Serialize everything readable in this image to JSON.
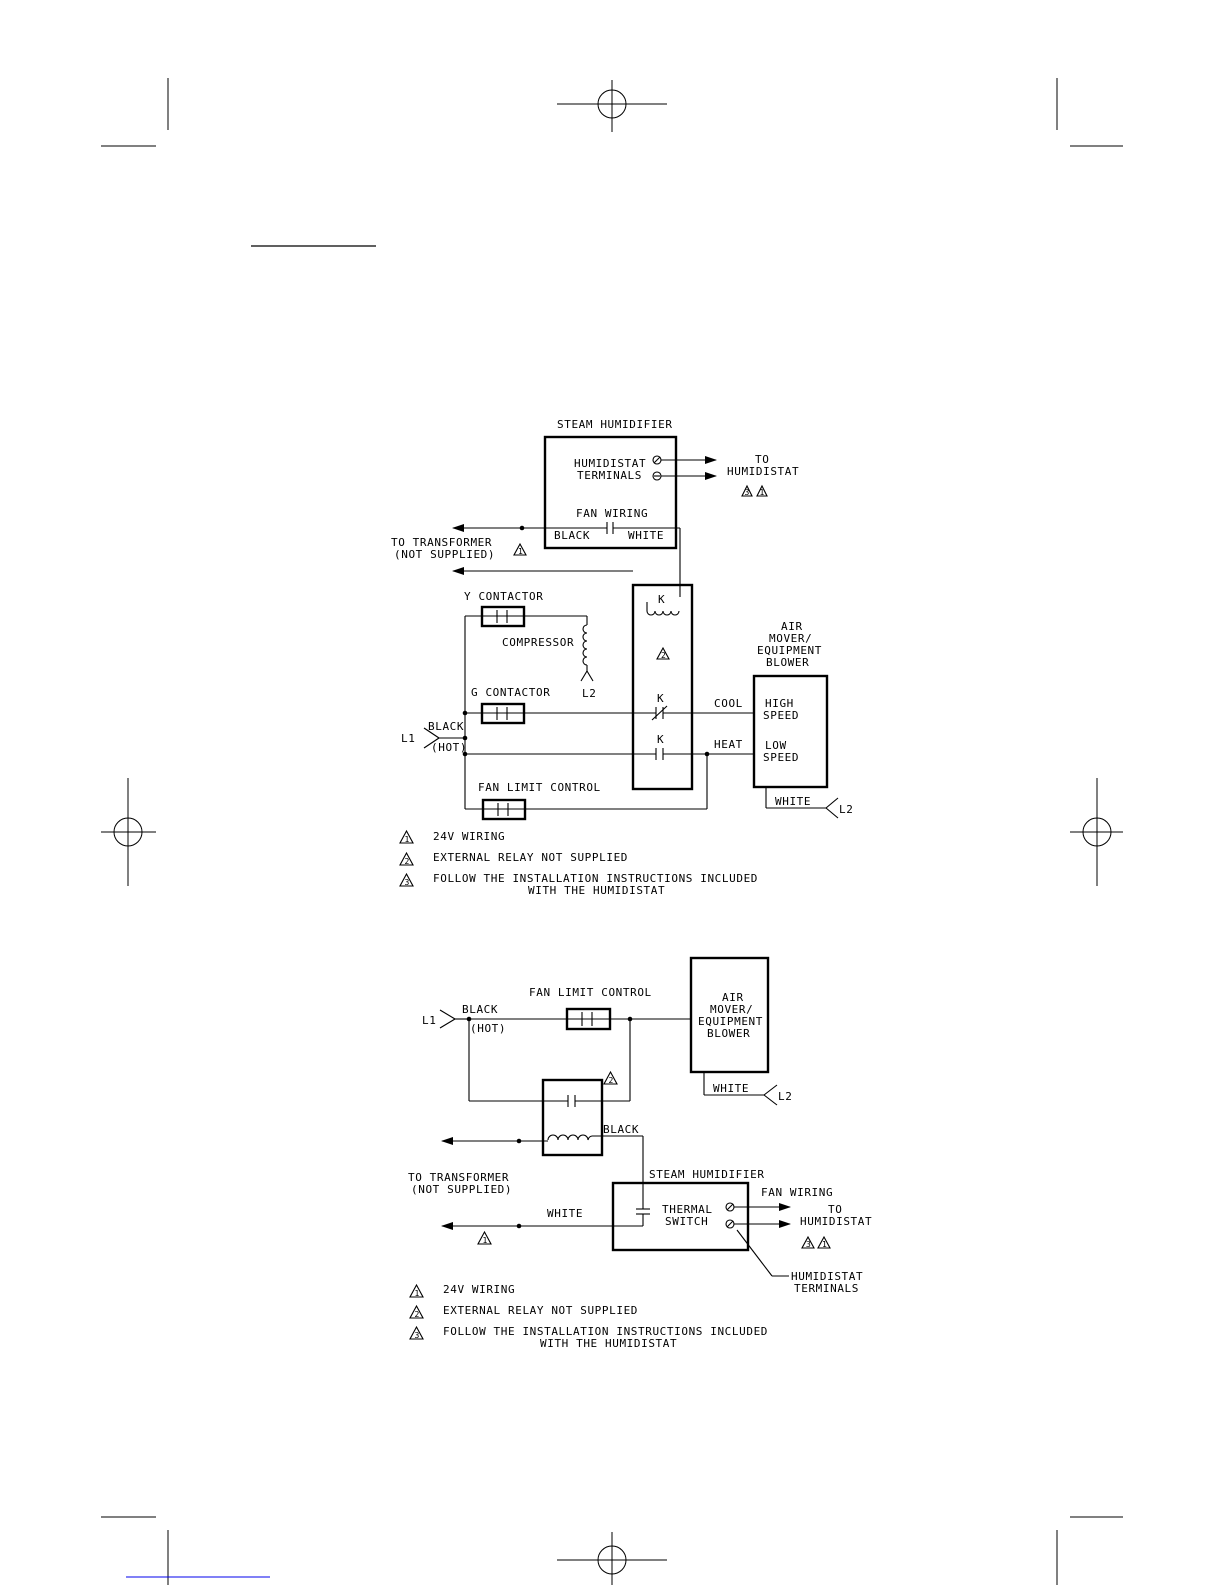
{
  "diagram1": {
    "steam_humidifier_title": "STEAM HUMIDIFIER",
    "humidistat_terminals_1": "HUMIDISTAT",
    "humidistat_terminals_2": "TERMINALS",
    "to_humidistat_1": "TO",
    "to_humidistat_2": "HUMIDISTAT",
    "fan_wiring": "FAN WIRING",
    "black": "BLACK",
    "white": "WHITE",
    "to_transformer_1": "TO TRANSFORMER",
    "to_transformer_2": "(NOT SUPPLIED)",
    "relay_coil_k": "K",
    "relay_contact_k1": "K",
    "relay_contact_k2": "K",
    "y_contactor": "Y CONTACTOR",
    "compressor": "COMPRESSOR",
    "l2_compressor": "L2",
    "g_contactor": "G CONTACTOR",
    "l1": "L1",
    "line_black": "BLACK",
    "line_hot": "(HOT)",
    "cool": "COOL",
    "heat": "HEAT",
    "blower_1": "AIR",
    "blower_2": "MOVER/",
    "blower_3": "EQUIPMENT",
    "blower_4": "BLOWER",
    "high_speed_1": "HIGH",
    "high_speed_2": "SPEED",
    "low_speed_1": "LOW",
    "low_speed_2": "SPEED",
    "fan_limit_control": "FAN LIMIT CONTROL",
    "white_l2": "WHITE",
    "l2_blower": "L2",
    "notes": [
      {
        "num": "1",
        "text": "24V WIRING",
        "text2": ""
      },
      {
        "num": "2",
        "text": "EXTERNAL RELAY NOT SUPPLIED",
        "text2": ""
      },
      {
        "num": "3",
        "text": "FOLLOW THE INSTALLATION INSTRUCTIONS INCLUDED",
        "text2": "WITH THE HUMIDISTAT"
      }
    ]
  },
  "diagram2": {
    "l1": "L1",
    "black": "BLACK",
    "hot": "(HOT)",
    "fan_limit_control": "FAN LIMIT CONTROL",
    "blower_1": "AIR",
    "blower_2": "MOVER/",
    "blower_3": "EQUIPMENT",
    "blower_4": "BLOWER",
    "white_l2": "WHITE",
    "l2": "L2",
    "relay_black": "BLACK",
    "steam_humidifier_title": "STEAM HUMIDIFIER",
    "thermal_switch_1": "THERMAL",
    "thermal_switch_2": "SWITCH",
    "fan_wiring": "FAN WIRING",
    "to_humidistat_1": "TO",
    "to_humidistat_2": "HUMIDISTAT",
    "to_transformer_1": "TO TRANSFORMER",
    "to_transformer_2": "(NOT SUPPLIED)",
    "white": "WHITE",
    "humidistat_terminals_1": "HUMIDISTAT",
    "humidistat_terminals_2": "TERMINALS",
    "notes": [
      {
        "num": "1",
        "text": "24V WIRING",
        "text2": ""
      },
      {
        "num": "2",
        "text": "EXTERNAL RELAY NOT SUPPLIED",
        "text2": ""
      },
      {
        "num": "3",
        "text": "FOLLOW THE INSTALLATION INSTRUCTIONS INCLUDED",
        "text2": "WITH THE HUMIDISTAT"
      }
    ]
  },
  "marker_1": "1",
  "marker_2": "2",
  "marker_3": "3"
}
